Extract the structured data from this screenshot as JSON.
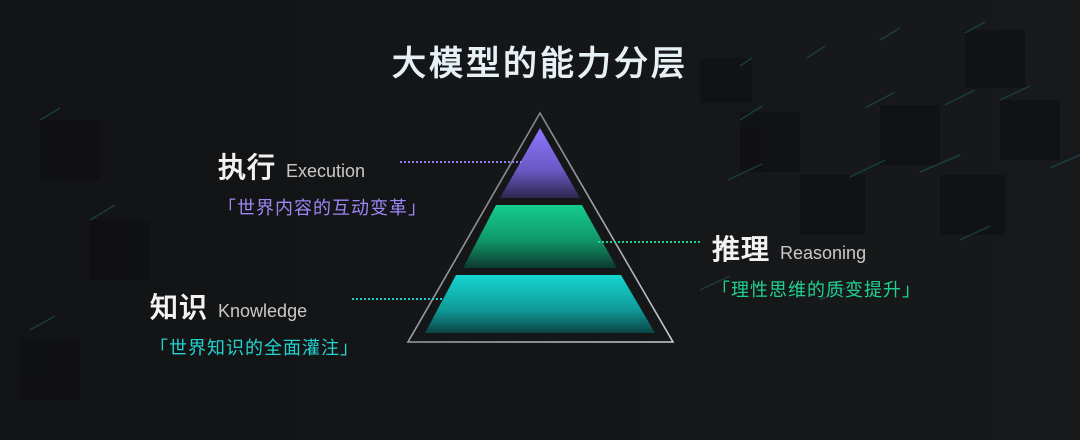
{
  "title": "大模型的能力分层",
  "layers": [
    {
      "name_zh": "执行",
      "name_en": "Execution",
      "subtitle": "「世界内容的互动变革」",
      "color": "#8a72f0",
      "tier": "top"
    },
    {
      "name_zh": "推理",
      "name_en": "Reasoning",
      "subtitle": "「理性思维的质变提升」",
      "color": "#16c98a",
      "tier": "middle"
    },
    {
      "name_zh": "知识",
      "name_en": "Knowledge",
      "subtitle": "「世界知识的全面灌注」",
      "color": "#17cfc9",
      "tier": "bottom"
    }
  ],
  "colors": {
    "background": "#131416",
    "title": "#e6f0f5",
    "execution": "#9b87f5",
    "reasoning": "#1fd192",
    "knowledge": "#22d3d0"
  }
}
